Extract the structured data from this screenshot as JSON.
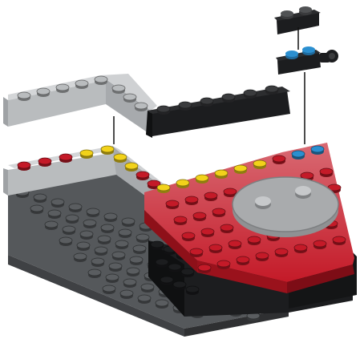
{
  "illustration": {
    "subject": "lego-build-step",
    "colors": {
      "background": "#ffffff",
      "light_gray": "#b9bcbe",
      "dark_gray": "#5a5d60",
      "black": "#1c1d1f",
      "red": "#c41a28",
      "yellow": "#f2d21a",
      "blue": "#2b8fd0",
      "turntable": "#a9abad",
      "guide_line": "#111111"
    },
    "parts": [
      "brick-1x2-black",
      "plate-1x2-black-with-blue-studs-and-clip",
      "light-gray-corner-brick",
      "black-brick-1x6",
      "gray-base-plate",
      "light-gray-walls",
      "red-angled-plate",
      "gray-turntable",
      "black-lower-wedge"
    ],
    "stud_rows": {
      "wall_left": [
        "red",
        "red",
        "red",
        "yellow",
        "yellow"
      ],
      "red_plate_edge": [
        "yellow",
        "yellow",
        "yellow",
        "yellow",
        "yellow",
        "yellow",
        "red",
        "blue",
        "blue"
      ]
    }
  }
}
